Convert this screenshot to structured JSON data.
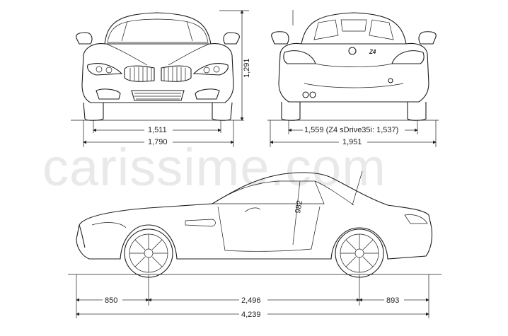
{
  "watermark": "carissime.com",
  "front_view": {
    "height_label": "1,291",
    "track_label": "1,511",
    "width_label": "1,790"
  },
  "rear_view": {
    "track_label": "1,559 (Z4 sDrive35i: 1,537)",
    "width_label": "1,951",
    "badge_text": "Z4"
  },
  "side_view": {
    "headroom_label": "982",
    "front_overhang_label": "850",
    "wheelbase_label": "2,496",
    "rear_overhang_label": "893",
    "length_label": "4,239"
  },
  "colors": {
    "line": "#1d1d1d",
    "watermark": "#e9e9e9",
    "background": "#ffffff"
  }
}
